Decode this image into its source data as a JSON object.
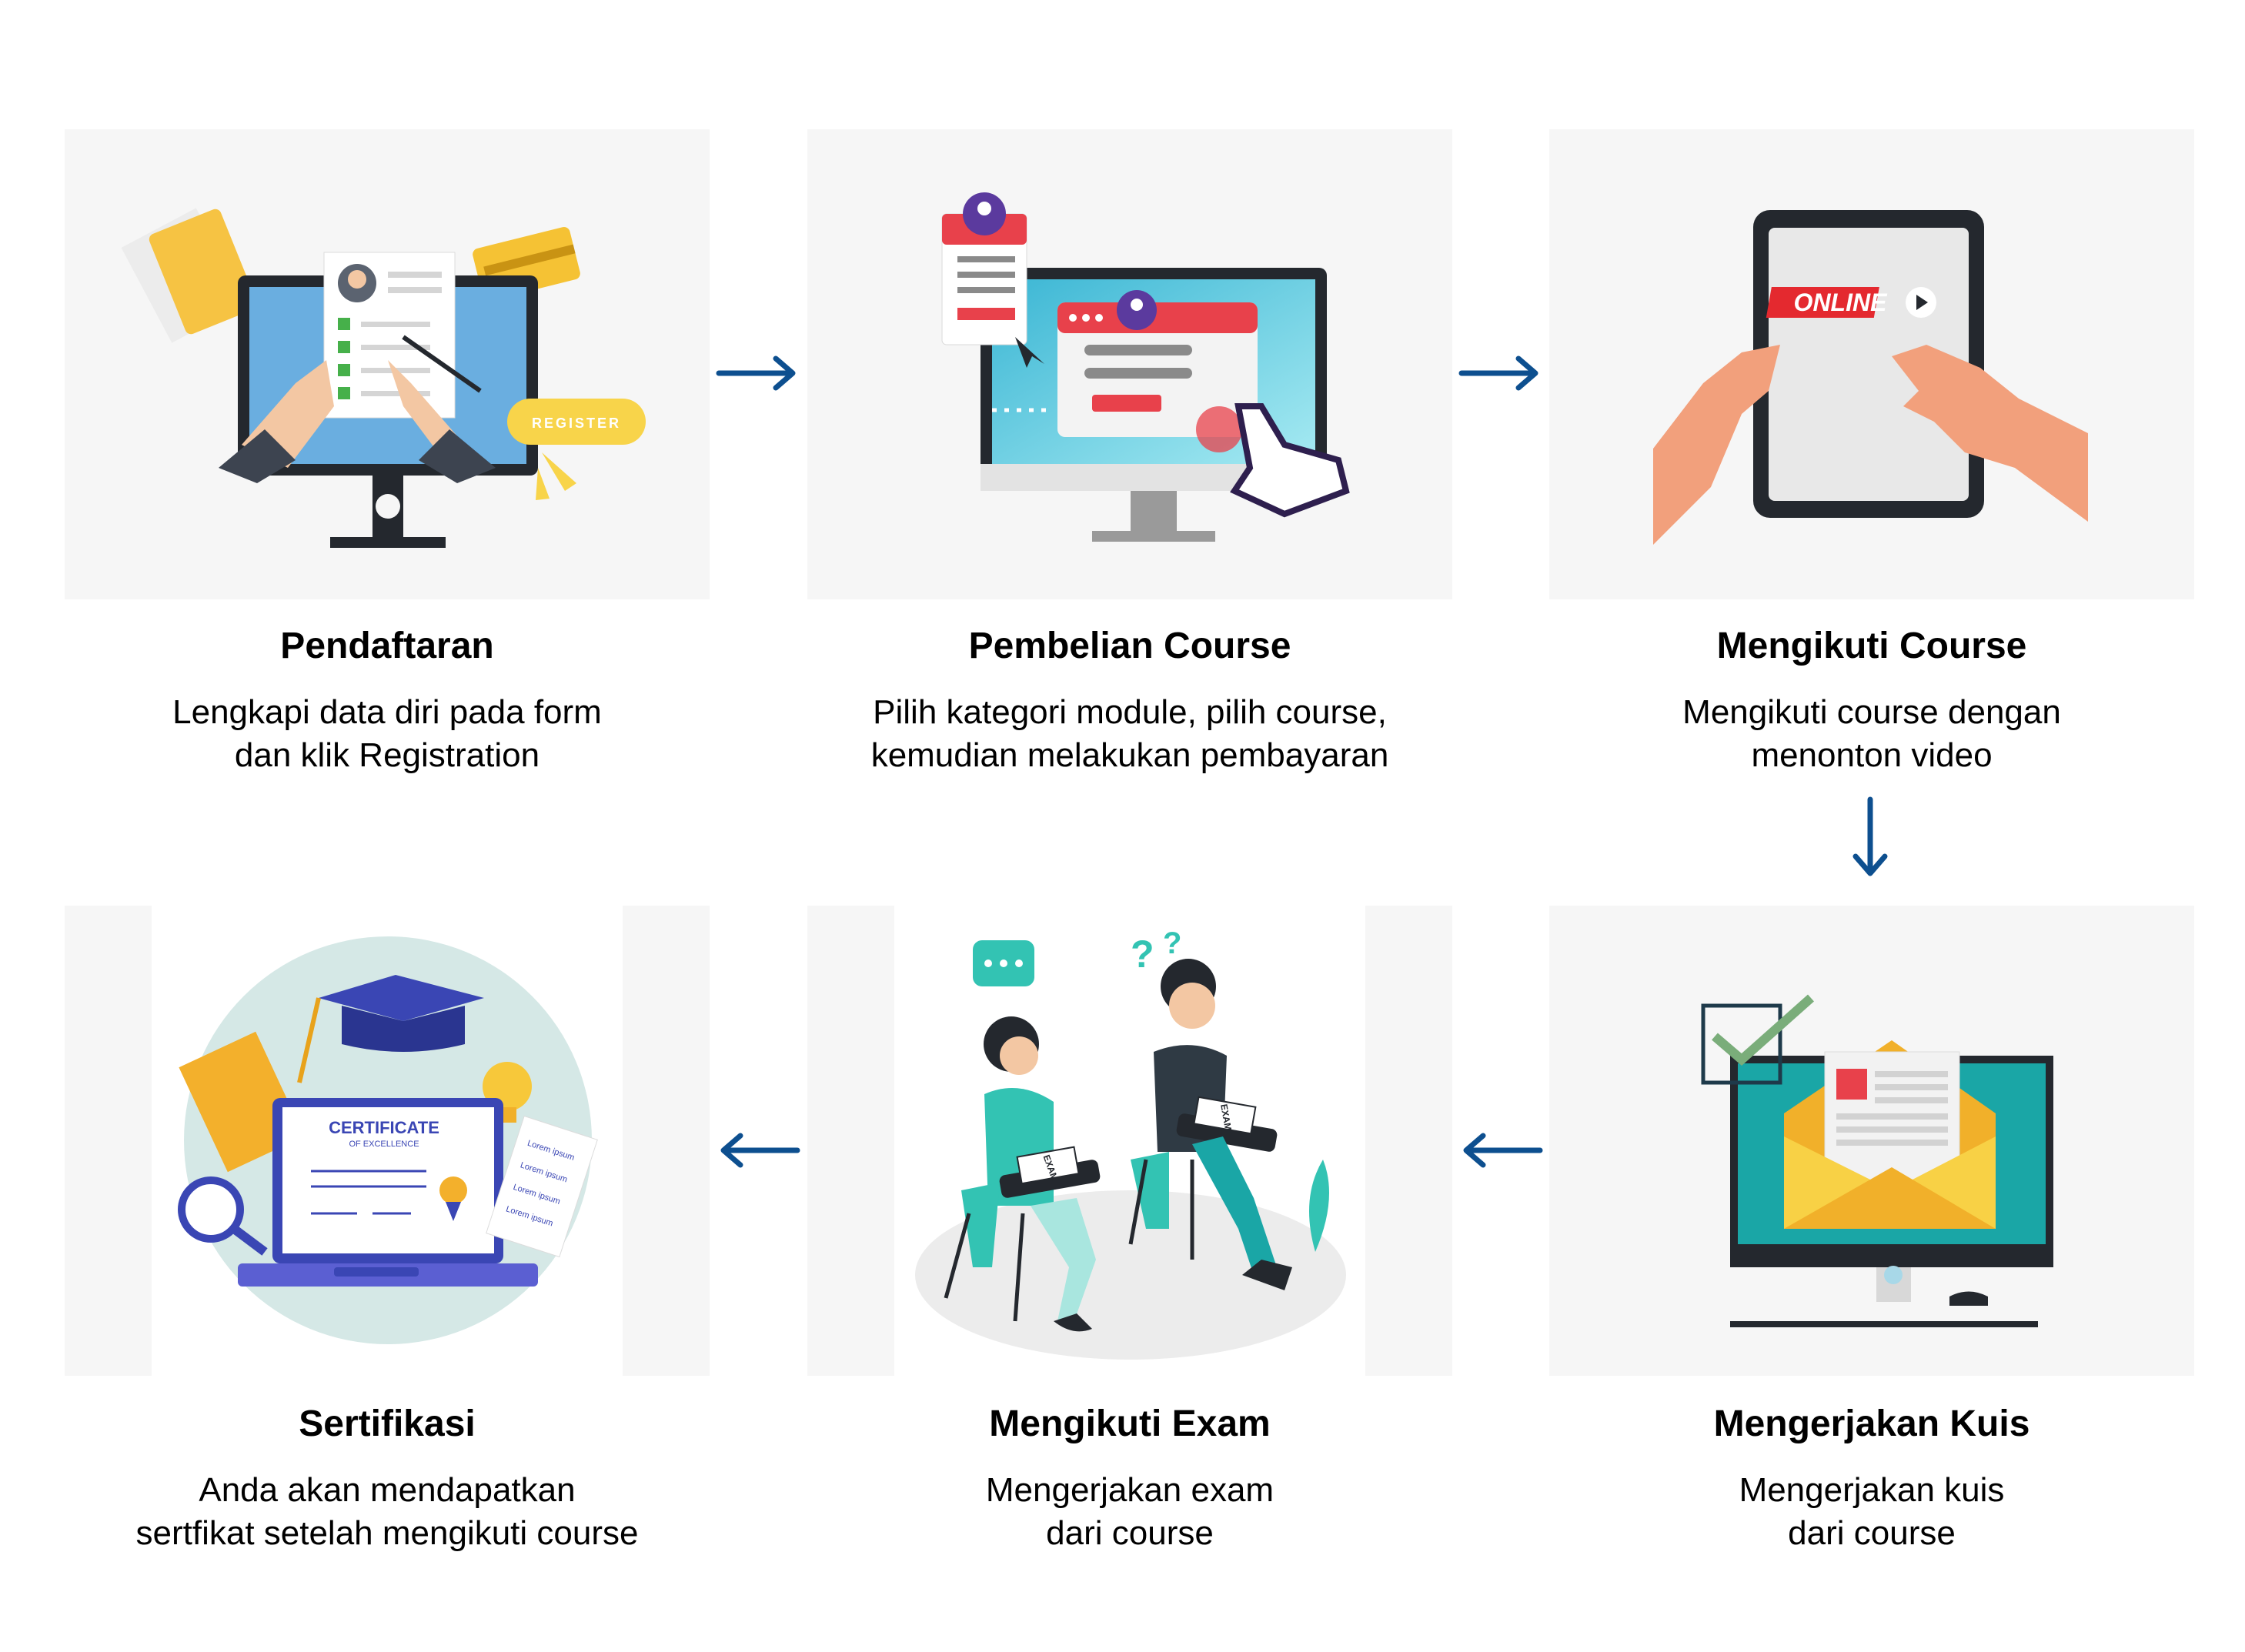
{
  "steps": [
    {
      "title": "Pendaftaran",
      "desc": [
        "Lengkapi data diri pada form",
        "dan klik Registration"
      ],
      "badge": "REGISTER"
    },
    {
      "title": "Pembelian Course",
      "desc": [
        "Pilih kategori module, pilih course,",
        "kemudian melakukan pembayaran"
      ]
    },
    {
      "title": "Mengikuti Course",
      "desc": [
        "Mengikuti course dengan",
        "menonton video"
      ],
      "badge": "ONLINE"
    },
    {
      "title": "Mengerjakan Kuis",
      "desc": [
        "Mengerjakan kuis",
        "dari course"
      ]
    },
    {
      "title": "Mengikuti Exam",
      "desc": [
        "Mengerjakan exam",
        "dari course"
      ],
      "badge": "EXAM"
    },
    {
      "title": "Sertifikasi",
      "desc": [
        "Anda akan mendapatkan",
        "sertfikat setelah mengikuti course"
      ],
      "badge": "CERTIFICATE",
      "badge_sub": "OF EXCELLENCE",
      "note": "Lorem ipsum"
    }
  ],
  "colors": {
    "arrow": "#0d4f8f",
    "panel": "#f6f6f6",
    "accent_yellow": "#f8c94a",
    "accent_red": "#e8414b",
    "teal": "#1aa6a6",
    "purple": "#5b3a9e"
  }
}
